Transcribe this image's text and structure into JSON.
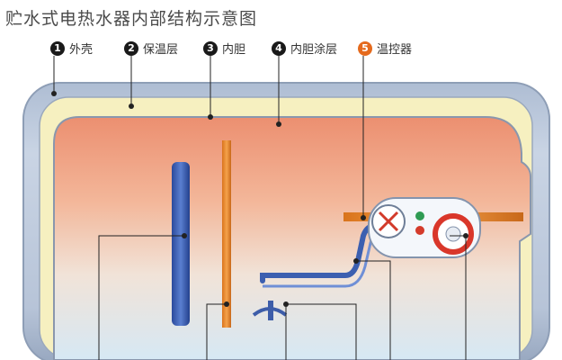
{
  "title": "贮水式电热水器内部结构示意图",
  "parts": [
    {
      "num": "1",
      "label": "外壳"
    },
    {
      "num": "2",
      "label": "保温层"
    },
    {
      "num": "3",
      "label": "内胆"
    },
    {
      "num": "4",
      "label": "内胆涂层"
    },
    {
      "num": "5",
      "label": "温控器"
    }
  ],
  "colors": {
    "shell": "#b9c6d8",
    "insulation": "#f6f0c0",
    "water_top": "#ef9d78",
    "water_bottom": "#d9e9f3",
    "blue_pipe": "#2f53a8",
    "orange_pipe": "#e88a2a"
  }
}
